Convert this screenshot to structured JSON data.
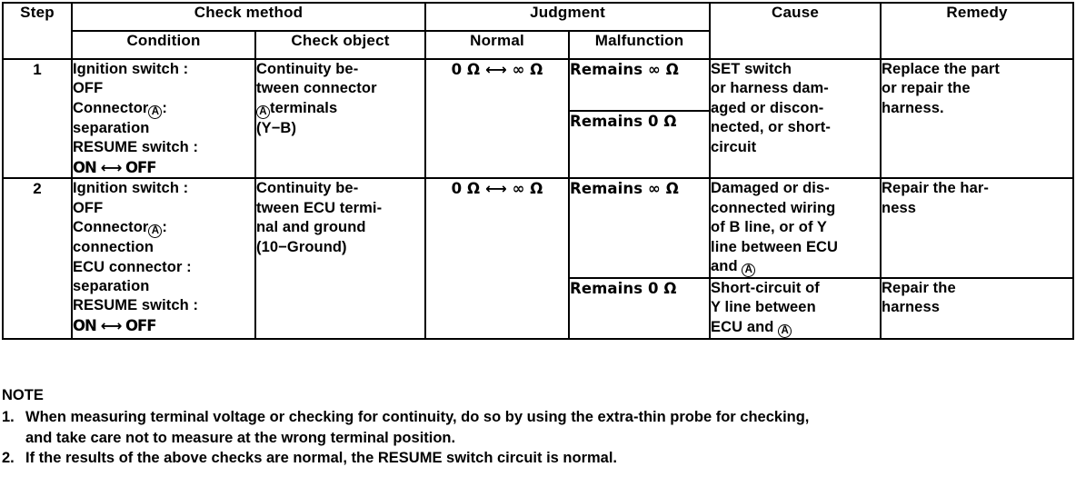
{
  "table": {
    "headers": {
      "step": "Step",
      "check_method": "Check method",
      "condition": "Condition",
      "check_object": "Check object",
      "judgment": "Judgment",
      "normal": "Normal",
      "malfunction": "Malfunction",
      "cause": "Cause",
      "remedy": "Remedy"
    },
    "rows": [
      {
        "step": "1",
        "condition_lines": [
          "Ignition switch :",
          "OFF",
          "Connector",
          "separation",
          "RESUME switch :",
          "ON ⟷ OFF"
        ],
        "condition_connector_suffix": ":",
        "check_object_lines": [
          "Continuity be-",
          "tween connector",
          "terminals",
          "(Y−B)"
        ],
        "normal": "0 Ω ⟷ ∞ Ω",
        "judgments": [
          {
            "malfunction": "Remains ∞ Ω",
            "cause_lines": [
              "SET switch",
              "or harness dam-",
              "aged or discon-",
              "nected, or short-",
              "circuit"
            ],
            "remedy_lines": [
              "Replace the part",
              "or repair the",
              "harness."
            ]
          },
          {
            "malfunction": "Remains 0 Ω",
            "cause_lines": [],
            "remedy_lines": []
          }
        ]
      },
      {
        "step": "2",
        "condition_lines": [
          "Ignition switch :",
          "OFF",
          "Connector",
          "connection",
          "ECU connector :",
          "separation",
          "RESUME switch :",
          "ON ⟷ OFF"
        ],
        "condition_connector_suffix": ":",
        "check_object_lines": [
          "Continuity be-",
          "tween ECU termi-",
          "nal and ground",
          "(10−Ground)"
        ],
        "normal": "0 Ω ⟷ ∞ Ω",
        "judgments": [
          {
            "malfunction": "Remains ∞ Ω",
            "cause_lines": [
              "Damaged or dis-",
              "connected wiring",
              "of B line, or of Y",
              "line between ECU",
              "and"
            ],
            "cause_trailing_circle": "A",
            "remedy_lines": [
              "Repair the har-",
              "ness"
            ]
          },
          {
            "malfunction": "Remains 0 Ω",
            "cause_lines": [
              "Short-circuit of",
              "Y line between",
              "ECU and"
            ],
            "cause_trailing_circle": "A",
            "remedy_lines": [
              "Repair the",
              "harness"
            ]
          }
        ]
      }
    ]
  },
  "note": {
    "title": "NOTE",
    "items": [
      {
        "number": "1.",
        "lines": [
          "When measuring terminal voltage or checking for continuity, do so by using the extra-thin probe for checking,",
          "and take care not to measure at the wrong terminal position."
        ]
      },
      {
        "number": "2.",
        "lines": [
          "If the results of the above checks are normal, the RESUME switch circuit is normal."
        ]
      }
    ]
  },
  "symbols": {
    "circled_a": "A"
  }
}
